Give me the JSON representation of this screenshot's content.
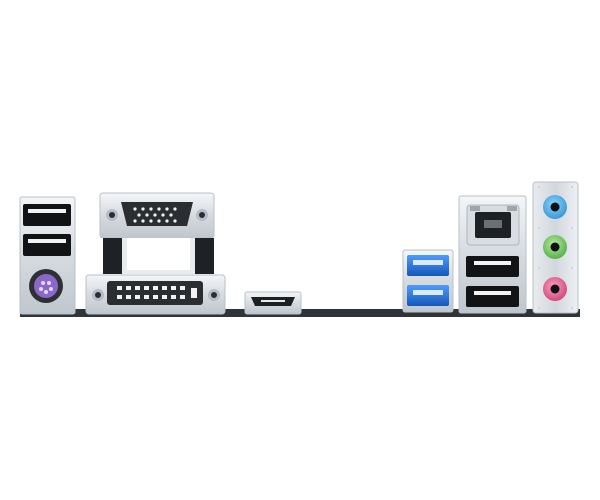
{
  "image": {
    "subject": "motherboard-rear-io-panel",
    "background_color": "#ffffff",
    "pcb_color": "#2f3439",
    "metal_color": "#d8dde2",
    "usb2_port_color": "#1b1d20",
    "usb3_port_color": "#1f6fd6",
    "ps2_port_color": "#8b68c8",
    "audio_line_in_color": "#44a7e6",
    "audio_line_out_color": "#71c56a",
    "audio_mic_color": "#df5a8e"
  },
  "ports": [
    {
      "name": "usb-2-top",
      "icon": "usb-port-icon"
    },
    {
      "name": "usb-2-bottom",
      "icon": "usb-port-icon"
    },
    {
      "name": "ps2-port",
      "icon": "ps2-port-icon"
    },
    {
      "name": "vga-port",
      "icon": "vga-port-icon"
    },
    {
      "name": "dvi-port",
      "icon": "dvi-port-icon"
    },
    {
      "name": "hdmi-port",
      "icon": "hdmi-port-icon"
    },
    {
      "name": "usb-3-top",
      "icon": "usb3-port-icon"
    },
    {
      "name": "usb-3-bottom",
      "icon": "usb3-port-icon"
    },
    {
      "name": "ethernet-port",
      "icon": "rj45-port-icon"
    },
    {
      "name": "usb-2-right-top",
      "icon": "usb-port-icon"
    },
    {
      "name": "usb-2-right-bottom",
      "icon": "usb-port-icon"
    },
    {
      "name": "audio-blue",
      "icon": "audio-jack-icon"
    },
    {
      "name": "audio-green",
      "icon": "audio-jack-icon"
    },
    {
      "name": "audio-pink",
      "icon": "audio-jack-icon"
    }
  ]
}
